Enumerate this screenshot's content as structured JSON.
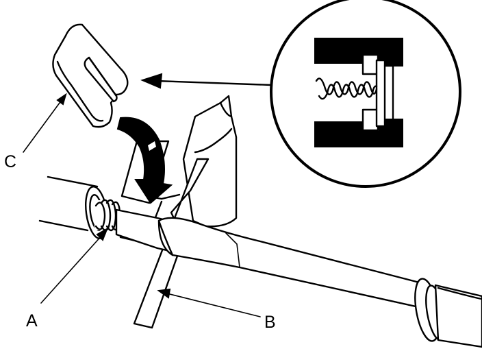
{
  "diagram": {
    "labels": {
      "a": "A",
      "b": "B",
      "c": "C"
    },
    "colors": {
      "ink": "#000000",
      "paper": "#ffffff"
    }
  }
}
